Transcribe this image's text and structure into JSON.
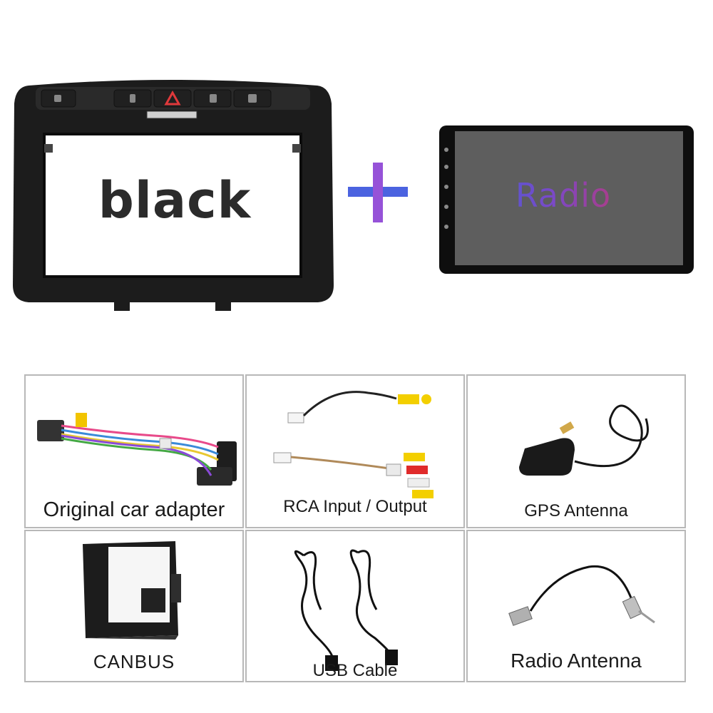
{
  "hero": {
    "frame_label": "black",
    "screen_label": "Radio",
    "colors": {
      "frame": "#1c1c1c",
      "plus_blue": "#4b63e0",
      "plus_purple": "#b14bd6",
      "screen_bezel": "#0e0e0e",
      "screen_panel": "#5e5e5e"
    }
  },
  "accessories": [
    {
      "label": "Original car adapter",
      "icon": "wiring-harness-icon"
    },
    {
      "label": "RCA Input / Output",
      "icon": "rca-cable-icon"
    },
    {
      "label": "GPS Antenna",
      "icon": "gps-antenna-icon"
    },
    {
      "label": "CANBUS",
      "icon": "canbus-box-icon"
    },
    {
      "label": "USB Cable",
      "icon": "usb-cable-icon"
    },
    {
      "label": "Radio Antenna",
      "icon": "radio-antenna-icon"
    }
  ]
}
